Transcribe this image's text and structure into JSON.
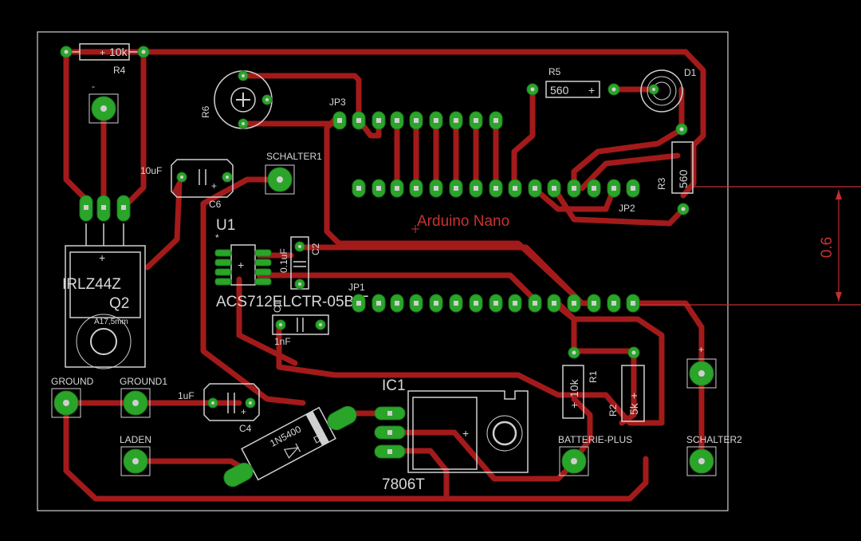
{
  "board": {
    "title": "Arduino Nano",
    "dimension_label": "0.6"
  },
  "components": {
    "r4": {
      "name": "R4",
      "value": "10k"
    },
    "r6": {
      "name": "R6"
    },
    "jp3": {
      "name": "JP3"
    },
    "r5": {
      "name": "R5",
      "value": "560"
    },
    "d1": {
      "name": "D1"
    },
    "r3": {
      "name": "R3",
      "value": "560"
    },
    "jp2": {
      "name": "JP2"
    },
    "c6": {
      "name": "C6",
      "value": "10uF"
    },
    "schalter1": {
      "name": "SCHALTER1"
    },
    "u1": {
      "name": "U1",
      "part": "ACS712ELCTR-05B-T"
    },
    "c2": {
      "name": "C2",
      "value": "0.1uF"
    },
    "c1": {
      "name": "C1",
      "value": "1nF"
    },
    "jp1": {
      "name": "JP1"
    },
    "q2": {
      "name": "Q2",
      "part": "IRLZ44Z",
      "note": "A17,5mm"
    },
    "r1": {
      "name": "R1",
      "value": "10k"
    },
    "r2": {
      "name": "R2",
      "value": "5k"
    },
    "ic1": {
      "name": "IC1",
      "part": "7806T"
    },
    "c4": {
      "name": "C4",
      "value": "1uF"
    },
    "d2": {
      "name": "D2",
      "part": "1N5400"
    },
    "ground": {
      "name": "GROUND"
    },
    "ground1": {
      "name": "GROUND1"
    },
    "laden": {
      "name": "LADEN"
    },
    "batterie_plus": {
      "name": "BATTERIE-PLUS"
    },
    "schalter2": {
      "name": "SCHALTER2"
    }
  },
  "polarity": {
    "minus": "-",
    "plus": "+"
  },
  "colors": {
    "background": "#000000",
    "trace": "#a31a1a",
    "pad": "#2aa52a",
    "silkscreen": "#d8d8d8",
    "board_text": "#c83232"
  }
}
